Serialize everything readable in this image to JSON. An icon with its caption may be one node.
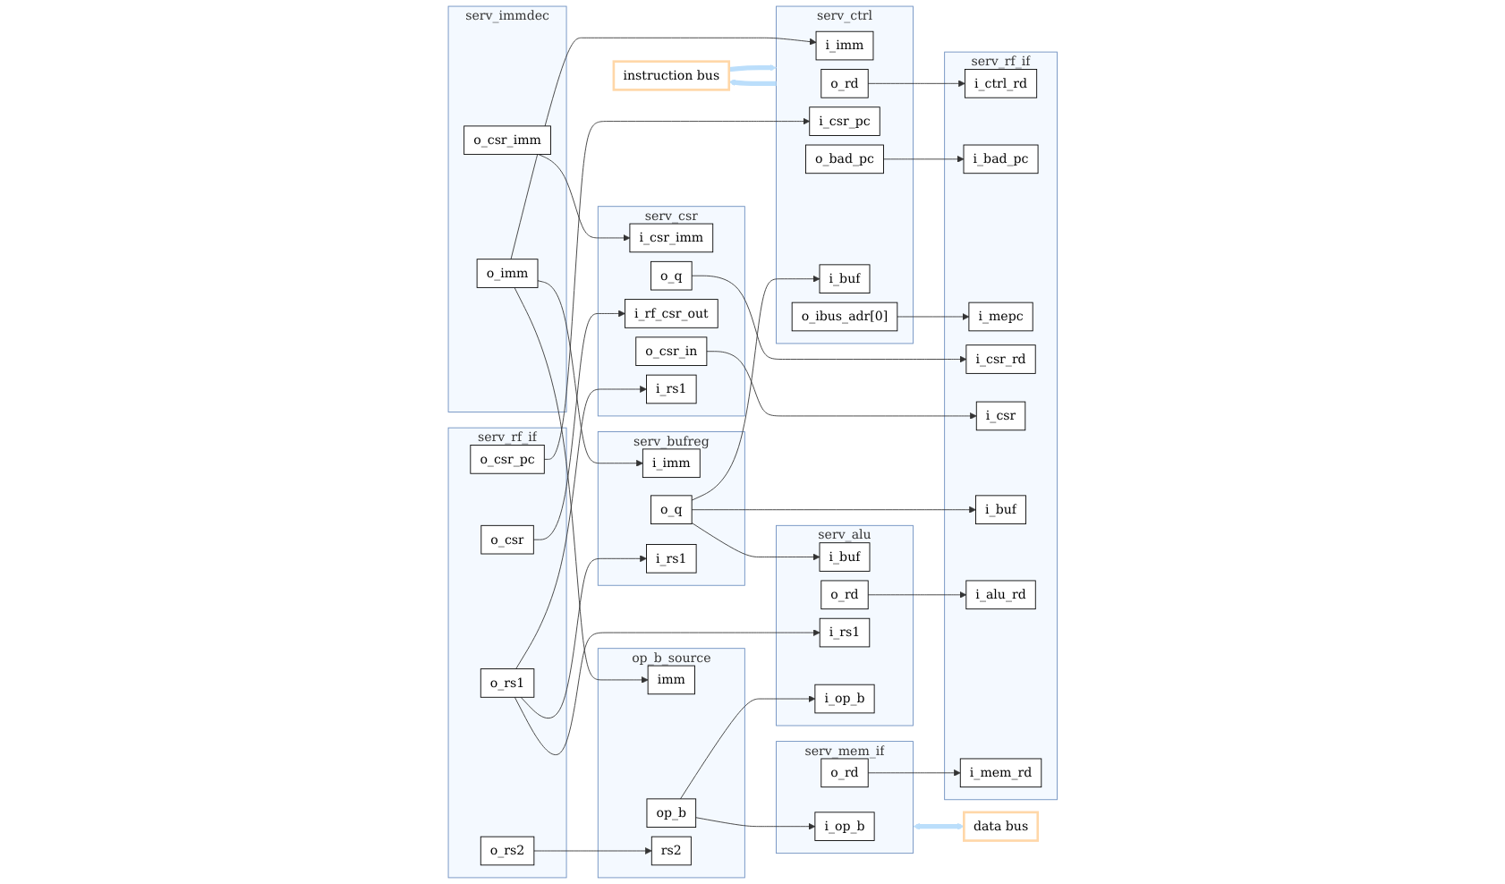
{
  "diagram": {
    "nodes": [
      {
        "text": [
          "instruction bus"
        ]
      },
      {
        "text": [
          "serv_immdec"
        ]
      },
      {
        "text": [
          "o_imm"
        ],
        "in": 1
      },
      {
        "text": [
          "o_csr_imm"
        ],
        "in": 1
      },
      {
        "text": [
          "serv_ctrl"
        ]
      },
      {
        "text": [
          "i_imm"
        ],
        "in": 4
      },
      {
        "text": [
          "o_rd"
        ],
        "in": 4
      },
      {
        "text": [
          "i_csr_pc"
        ],
        "in": 4
      },
      {
        "text": [
          "o_bad_pc"
        ],
        "in": 4
      },
      {
        "text": [
          "i_buf"
        ],
        "in": 4
      },
      {
        "text": [
          "o_ibus_adr[0]"
        ],
        "in": 4
      },
      {
        "text": [
          "serv_rf_if"
        ]
      },
      {
        "text": [
          "i_ctrl_rd"
        ],
        "in": 11
      },
      {
        "text": [
          "i_bad_pc"
        ],
        "in": 11
      },
      {
        "text": [
          "i_mepc"
        ],
        "in": 11
      },
      {
        "text": [
          "i_csr_rd"
        ],
        "in": 11
      },
      {
        "text": [
          "i_csr"
        ],
        "in": 11
      },
      {
        "text": [
          "i_buf"
        ],
        "in": 11
      },
      {
        "text": [
          "i_alu_rd"
        ],
        "in": 11
      },
      {
        "text": [
          "i_mem_rd"
        ],
        "in": 11
      },
      {
        "text": [
          "serv_csr"
        ]
      },
      {
        "text": [
          "i_csr_imm"
        ],
        "in": 20
      },
      {
        "text": [
          "o_q"
        ],
        "in": 20
      },
      {
        "text": [
          "i_rf_csr_out"
        ],
        "in": 20
      },
      {
        "text": [
          "o_csr_in"
        ],
        "in": 20
      },
      {
        "text": [
          "i_rs1"
        ],
        "in": 20
      },
      {
        "text": [
          "serv_rf_if"
        ]
      },
      {
        "text": [
          "o_csr_pc"
        ],
        "in": 26
      },
      {
        "text": [
          "o_csr"
        ],
        "in": 26
      },
      {
        "text": [
          "o_rs1"
        ],
        "in": 26
      },
      {
        "text": [
          "o_rs2"
        ],
        "in": 26
      },
      {
        "text": [
          "serv_bufreg"
        ]
      },
      {
        "text": [
          "i_imm"
        ],
        "in": 31
      },
      {
        "text": [
          "o_q"
        ],
        "in": 31
      },
      {
        "text": [
          "i_rs1"
        ],
        "in": 31
      },
      {
        "text": [
          "serv_alu"
        ]
      },
      {
        "text": [
          "i_buf"
        ],
        "in": 35
      },
      {
        "text": [
          "o_rd"
        ],
        "in": 35
      },
      {
        "text": [
          "i_rs1"
        ],
        "in": 35
      },
      {
        "text": [
          "i_op_b"
        ],
        "in": 35
      },
      {
        "text": [
          "op_b_source"
        ]
      },
      {
        "text": [
          "imm"
        ],
        "in": 40
      },
      {
        "text": [
          "op_b"
        ],
        "in": 40
      },
      {
        "text": [
          "rs2"
        ],
        "in": 40
      },
      {
        "text": [
          "serv_mem_if"
        ]
      },
      {
        "text": [
          "i_op_b"
        ],
        "in": 44
      },
      {
        "text": [
          "o_rd"
        ],
        "in": 44
      },
      {
        "text": [
          "data bus"
        ]
      }
    ],
    "edges": [
      {
        "from": 4,
        "to": 0,
        "arrow": "to",
        "style": "thick",
        "color": "#bbdefb"
      },
      {
        "from": 0,
        "to": 4,
        "arrow": "to",
        "style": "thick",
        "color": "#bbdefb"
      },
      {
        "from": 2,
        "to": 5,
        "arrow": "to"
      },
      {
        "from": 2,
        "to": 32,
        "arrow": "to"
      },
      {
        "from": 2,
        "to": 41,
        "arrow": "to"
      },
      {
        "from": 3,
        "to": 21,
        "arrow": "to"
      },
      {
        "from": 27,
        "to": 7,
        "arrow": "to"
      },
      {
        "from": 28,
        "to": 23,
        "arrow": "to"
      },
      {
        "from": 29,
        "to": 34,
        "arrow": "to"
      },
      {
        "from": 29,
        "to": 38,
        "arrow": "to"
      },
      {
        "from": 29,
        "to": 25,
        "arrow": "to"
      },
      {
        "from": 30,
        "to": 43,
        "arrow": "to"
      },
      {
        "from": 33,
        "to": 9,
        "arrow": "to"
      },
      {
        "from": 33,
        "to": 17,
        "arrow": "to"
      },
      {
        "from": 33,
        "to": 36,
        "arrow": "to"
      },
      {
        "from": 6,
        "to": 12,
        "arrow": "to"
      },
      {
        "from": 8,
        "to": 13,
        "arrow": "to"
      },
      {
        "from": 10,
        "to": 14,
        "arrow": "to"
      },
      {
        "from": 22,
        "to": 15,
        "arrow": "to"
      },
      {
        "from": 24,
        "to": 16,
        "arrow": "to"
      },
      {
        "from": 37,
        "to": 18,
        "arrow": "to"
      },
      {
        "from": 46,
        "to": 19,
        "arrow": "to"
      },
      {
        "from": 42,
        "to": 39,
        "arrow": "to"
      },
      {
        "from": 42,
        "to": 45,
        "arrow": "to"
      },
      {
        "from": 44,
        "to": 47,
        "arrow": "both",
        "style": "thick",
        "color": "#bbdefb"
      }
    ]
  }
}
